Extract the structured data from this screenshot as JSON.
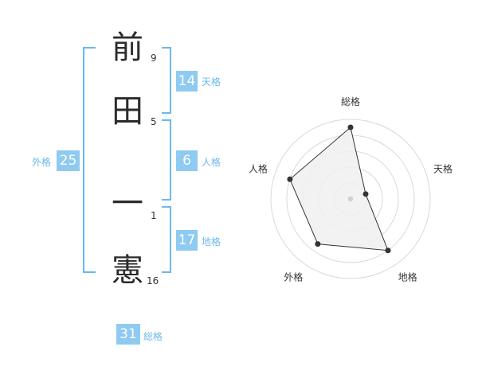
{
  "name": {
    "chars": [
      {
        "char": "前",
        "strokes": "9"
      },
      {
        "char": "田",
        "strokes": "5"
      },
      {
        "char": "一",
        "strokes": "1"
      },
      {
        "char": "憲",
        "strokes": "16"
      }
    ]
  },
  "scores": {
    "tenkaku": {
      "label": "天格",
      "value": "14"
    },
    "jinkaku": {
      "label": "人格",
      "value": "6"
    },
    "chikaku": {
      "label": "地格",
      "value": "17"
    },
    "gaikaku": {
      "label": "外格",
      "value": "25"
    },
    "soukaku": {
      "label": "総格",
      "value": "31"
    }
  },
  "chart_data": {
    "type": "radar",
    "axes": [
      "総格",
      "天格",
      "地格",
      "外格",
      "人格"
    ],
    "values": [
      4.5,
      1.0,
      4.0,
      3.5,
      4.0
    ],
    "range": [
      0,
      5
    ],
    "rings": 5,
    "colors": {
      "fill": "#f0f0f0",
      "line": "#333333",
      "ring": "#d9d9d9",
      "point": "#333333"
    }
  },
  "colors": {
    "accent": "#8ecaf1",
    "bracket": "#6cb8ea"
  }
}
